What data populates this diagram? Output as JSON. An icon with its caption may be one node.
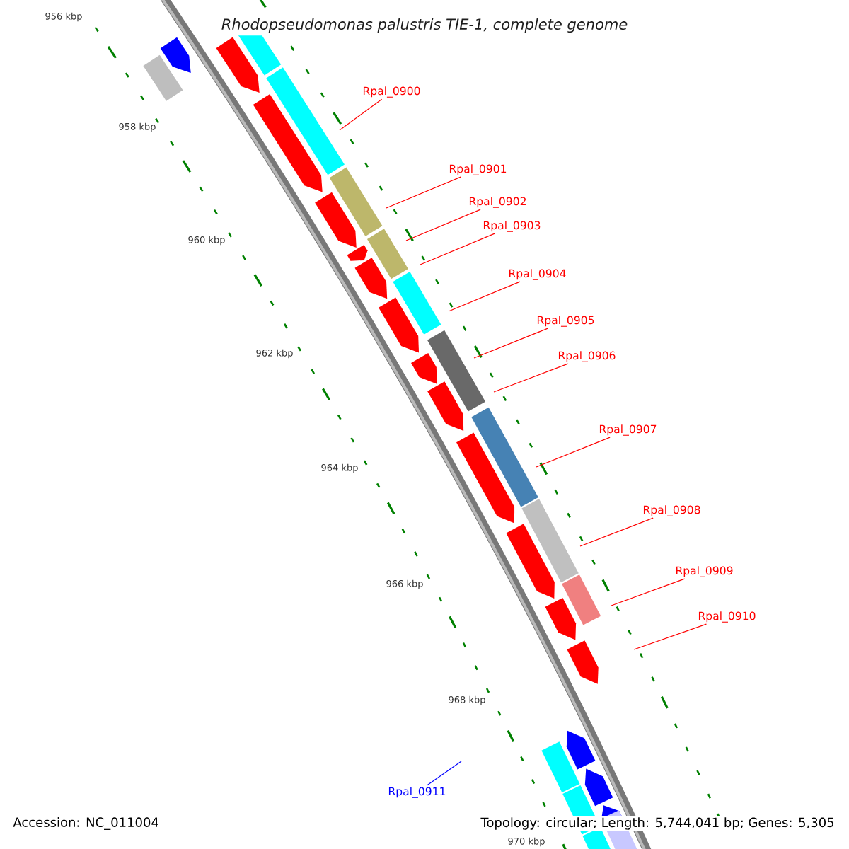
{
  "diagram": {
    "title": "Rhodopseudomonas palustris TIE-1, complete genome",
    "nodes": [
      {
        "text": [
          "Rpal_0900"
        ]
      },
      {
        "text": [
          "Rpal_0901"
        ]
      },
      {
        "text": [
          "Rpal_0902"
        ]
      },
      {
        "text": [
          "Rpal_0903"
        ]
      },
      {
        "text": [
          "Rpal_0904"
        ]
      },
      {
        "text": [
          "Rpal_0905"
        ]
      },
      {
        "text": [
          "Rpal_0906"
        ]
      },
      {
        "text": [
          "Rpal_0907"
        ]
      },
      {
        "text": [
          "Rpal_0908"
        ]
      },
      {
        "text": [
          "Rpal_0909"
        ]
      },
      {
        "text": [
          "Rpal_0910"
        ]
      },
      {
        "text": [
          "Rpal_0911"
        ]
      }
    ],
    "edges": [
      {
        "from": 0,
        "to": null,
        "arrow": "none"
      },
      {
        "from": 1,
        "to": null,
        "arrow": "none"
      },
      {
        "from": 2,
        "to": null,
        "arrow": "none"
      },
      {
        "from": 3,
        "to": null,
        "arrow": "none"
      },
      {
        "from": 4,
        "to": null,
        "arrow": "none"
      },
      {
        "from": 5,
        "to": null,
        "arrow": "none"
      },
      {
        "from": 6,
        "to": null,
        "arrow": "none"
      },
      {
        "from": 7,
        "to": null,
        "arrow": "none"
      },
      {
        "from": 8,
        "to": null,
        "arrow": "none"
      },
      {
        "from": 9,
        "to": null,
        "arrow": "none"
      },
      {
        "from": 10,
        "to": null,
        "arrow": "none"
      },
      {
        "from": 11,
        "to": null,
        "arrow": "none",
        "color": "#0000ff"
      }
    ],
    "labels": [
      "956 kbp",
      "958 kbp",
      "960 kbp",
      "962 kbp",
      "964 kbp",
      "966 kbp",
      "968 kbp",
      "970 kbp",
      "Accession: NC_011004",
      "Topology: circular; Length: 5,744,041 bp; Genes: 5,305"
    ]
  }
}
